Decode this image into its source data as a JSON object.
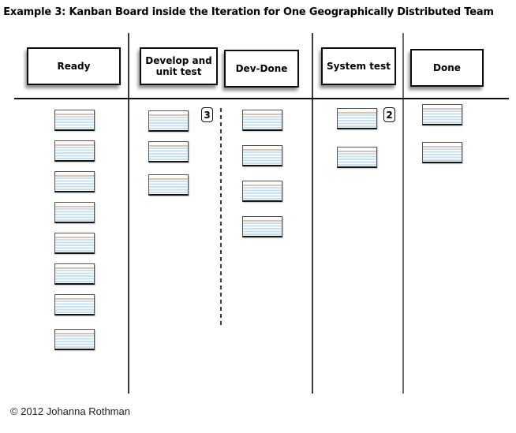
{
  "title": "Example 3: Kanban Board inside the Iteration for One Geographically Distributed Team",
  "board": {
    "columns": [
      {
        "label": "Ready",
        "cards": 8,
        "wip_limit": ""
      },
      {
        "label": "Develop and unit test",
        "cards": 3,
        "wip_limit": "3"
      },
      {
        "label": "Dev-Done",
        "cards": 4,
        "wip_limit": ""
      },
      {
        "label": "System test",
        "cards": 2,
        "wip_limit": "2"
      },
      {
        "label": "Done",
        "cards": 2,
        "wip_limit": ""
      }
    ]
  },
  "footer": {
    "copyright": "© 2012 Johanna Rothman"
  },
  "colors": {
    "card_ruled_line_blue": "#c6e1f2",
    "card_margin_line_pink": "#dcc2b2",
    "board_line": "#1a1a1a",
    "background": "#ffffff"
  }
}
